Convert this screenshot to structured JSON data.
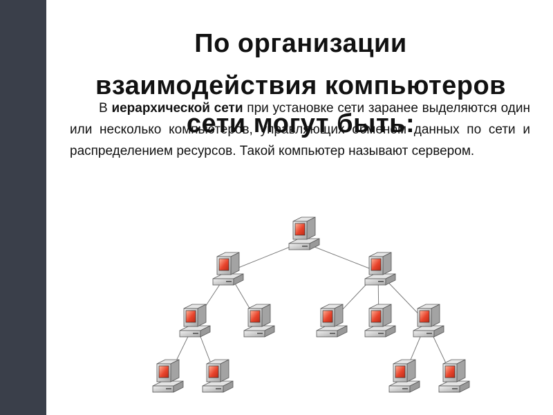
{
  "slide": {
    "title_line1": "По организации",
    "title_line2": "взаимодействия компьютеров",
    "title_line3": "сети могут быть:",
    "paragraph": {
      "prefix": "В ",
      "bold": "иерархической сети",
      "suffix": " при установке сети заранее выделяются один или несколько компьютеров, управляющих обменом данных по сети и распределением ресурсов. Такой компьютер называют сервером."
    }
  },
  "colors": {
    "sidebar": "#3a3f4a",
    "text": "#111111",
    "screen": "#e8442c",
    "case": "#c9c9c9",
    "link": "#7a7a7a"
  }
}
